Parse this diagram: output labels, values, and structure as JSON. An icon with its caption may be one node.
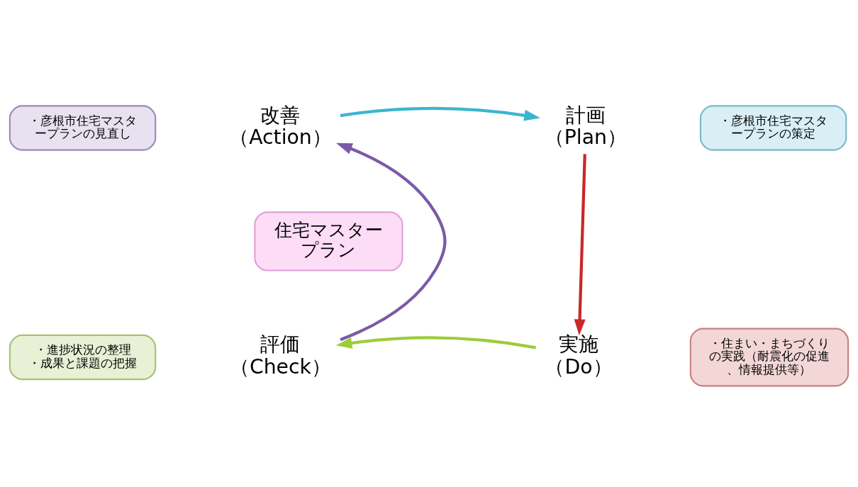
{
  "diagram": {
    "nodes": [
      {
        "text": [
          "・彦根市住宅マスタープランの見直し"
        ]
      },
      {
        "text": [
          "改善",
          "（Action）"
        ]
      },
      {
        "text": [
          "計画",
          "（Plan）"
        ]
      },
      {
        "text": [
          "・彦根市住宅マスタープランの策定"
        ]
      },
      {
        "text": [
          "住宅マスタープラン"
        ]
      },
      {
        "text": [
          "・進捗状況の整理",
          "・成果と課題の把握"
        ]
      },
      {
        "text": [
          "評価",
          "（Check）"
        ]
      },
      {
        "text": [
          "実施",
          "（Do）"
        ]
      },
      {
        "text": [
          "・住まい・まちづくりの実践（耐震化の促進、情報提供等）"
        ]
      }
    ],
    "edges": [
      {
        "from": 1,
        "to": 2,
        "arrow": "to",
        "color": "#3bb5cf"
      },
      {
        "from": 2,
        "to": 7,
        "arrow": "to",
        "color": "#c8282a"
      },
      {
        "from": 7,
        "to": 6,
        "arrow": "to",
        "color": "#9ccc3a"
      },
      {
        "from": 6,
        "to": 1,
        "arrow": "to",
        "color": "#7a5aa8"
      }
    ]
  }
}
